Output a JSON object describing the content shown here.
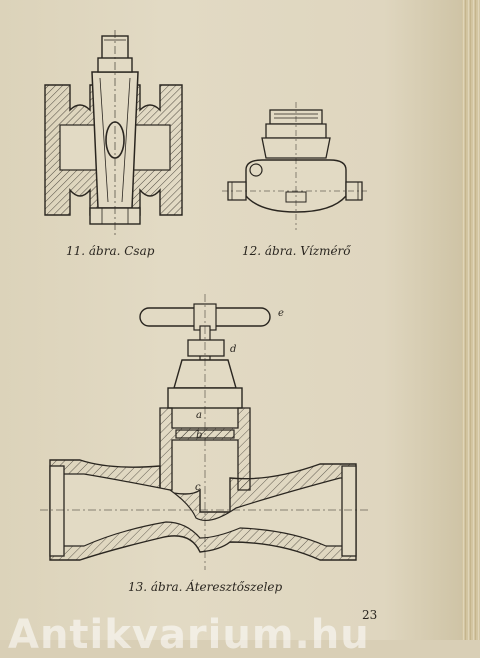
{
  "captions": {
    "fig11": "11. ábra. Csap",
    "fig12": "12. ábra. Vízmérő",
    "fig13": "13. ábra. Áteresztőszelep"
  },
  "fig13_labels": {
    "a": "a",
    "b": "b",
    "c": "c",
    "d": "d",
    "e": "e"
  },
  "page_number": "23",
  "watermark": "Antikvarium.hu"
}
